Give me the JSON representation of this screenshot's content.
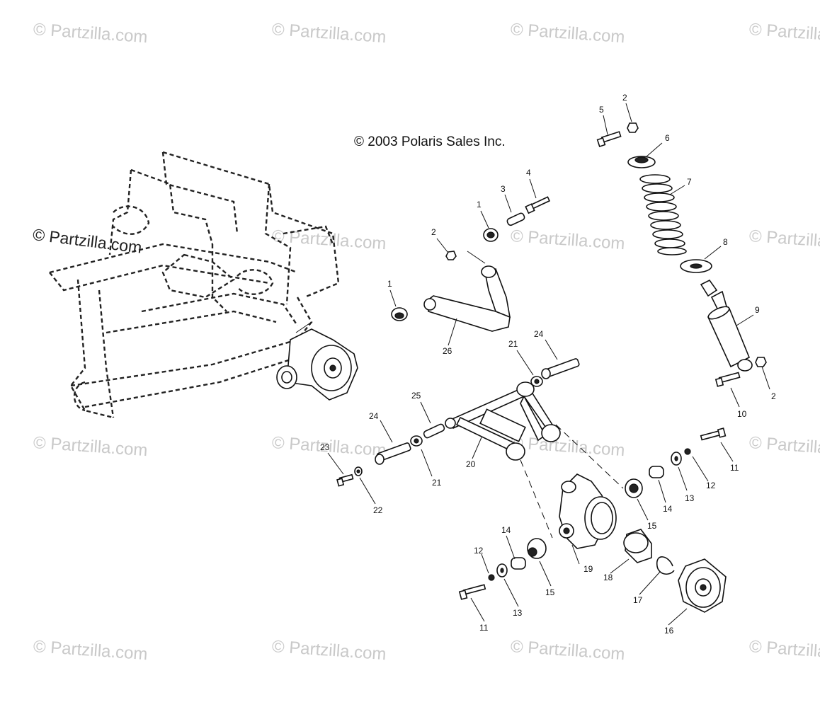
{
  "copyright": "© 2003 Polaris Sales Inc.",
  "watermark": "© Partzilla.com",
  "callouts": [
    {
      "id": "c1a",
      "text": "1"
    },
    {
      "id": "c1b",
      "text": "1"
    },
    {
      "id": "c2a",
      "text": "2"
    },
    {
      "id": "c2b",
      "text": "2"
    },
    {
      "id": "c2c",
      "text": "2"
    },
    {
      "id": "c3",
      "text": "3"
    },
    {
      "id": "c4",
      "text": "4"
    },
    {
      "id": "c5",
      "text": "5"
    },
    {
      "id": "c6",
      "text": "6"
    },
    {
      "id": "c7",
      "text": "7"
    },
    {
      "id": "c8",
      "text": "8"
    },
    {
      "id": "c9",
      "text": "9"
    },
    {
      "id": "c10",
      "text": "10"
    },
    {
      "id": "c11a",
      "text": "11"
    },
    {
      "id": "c11b",
      "text": "11"
    },
    {
      "id": "c12a",
      "text": "12"
    },
    {
      "id": "c12b",
      "text": "12"
    },
    {
      "id": "c13a",
      "text": "13"
    },
    {
      "id": "c13b",
      "text": "13"
    },
    {
      "id": "c14a",
      "text": "14"
    },
    {
      "id": "c14b",
      "text": "14"
    },
    {
      "id": "c15a",
      "text": "15"
    },
    {
      "id": "c15b",
      "text": "15"
    },
    {
      "id": "c16",
      "text": "16"
    },
    {
      "id": "c17",
      "text": "17"
    },
    {
      "id": "c18",
      "text": "18"
    },
    {
      "id": "c19",
      "text": "19"
    },
    {
      "id": "c20",
      "text": "20"
    },
    {
      "id": "c21a",
      "text": "21"
    },
    {
      "id": "c21b",
      "text": "21"
    },
    {
      "id": "c22",
      "text": "22"
    },
    {
      "id": "c23",
      "text": "23"
    },
    {
      "id": "c24a",
      "text": "24"
    },
    {
      "id": "c24b",
      "text": "24"
    },
    {
      "id": "c25",
      "text": "25"
    },
    {
      "id": "c26",
      "text": "26"
    }
  ]
}
